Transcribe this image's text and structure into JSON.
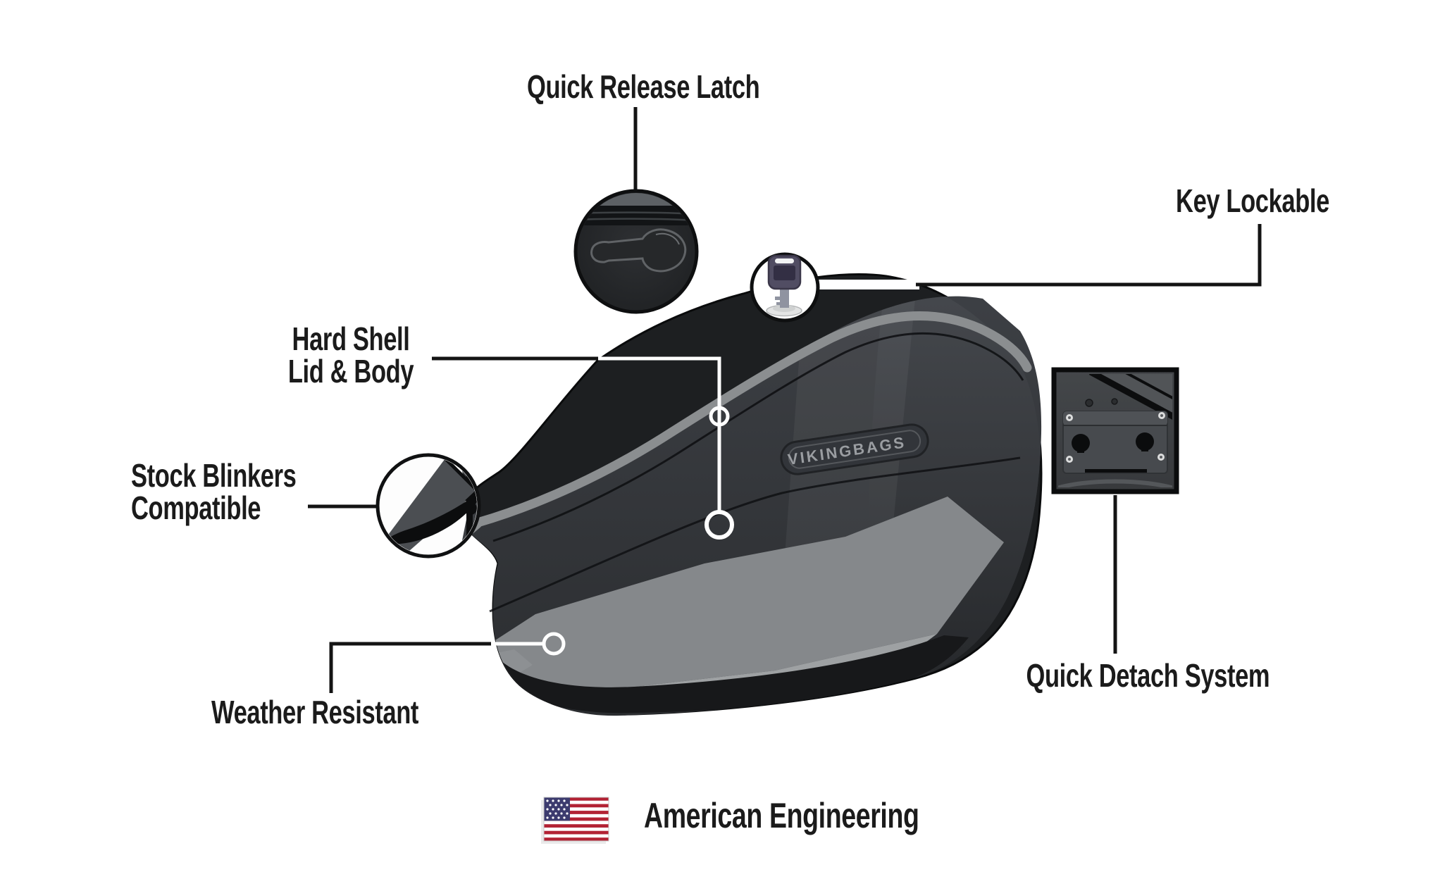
{
  "page": {
    "background": "#ffffff"
  },
  "product": {
    "brand_plate_text": "VIKINGBAGS"
  },
  "callouts": {
    "quick_release_latch": {
      "label": "Quick Release Latch",
      "icon": "latch-closeup-icon"
    },
    "key_lockable": {
      "label": "Key Lockable",
      "icon": "key-icon"
    },
    "hard_shell": {
      "line1": "Hard Shell",
      "line2": "Lid & Body"
    },
    "stock_blinkers": {
      "line1": "Stock Blinkers",
      "line2": "Compatible",
      "icon": "blinker-cutout-icon"
    },
    "weather_resistant": {
      "label": "Weather Resistant"
    },
    "quick_detach": {
      "label": "Quick Detach System",
      "icon": "mounting-bracket-icon"
    }
  },
  "footer": {
    "label": "American Engineering",
    "icon": "us-flag-icon"
  },
  "colors": {
    "bag_black": "#1d1f21",
    "trim_gray": "#8b8e90",
    "face_gray": "#2b2e31",
    "reflection_light": "#85888b",
    "reflection_lighter": "#9ea1a3",
    "bottom_shadow": "#17181a",
    "label_text": "#1b1b1b",
    "connector_black": "#141414",
    "connector_white": "#ffffff",
    "flag_red": "#b22234",
    "flag_blue": "#3c3b6e",
    "key_head_purple": "#514d63"
  }
}
